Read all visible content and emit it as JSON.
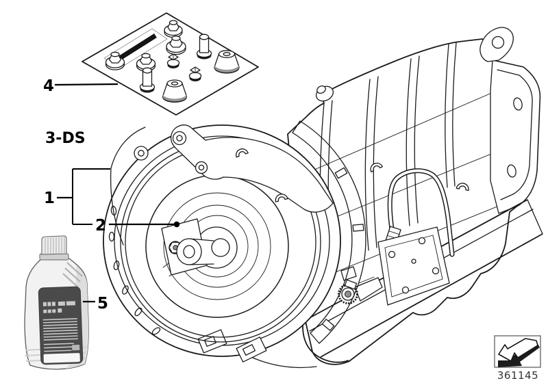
{
  "diagram": {
    "variant_code": "3-DS",
    "drawing_number": "361145",
    "callouts": {
      "item1": "1",
      "item2": "2",
      "item4": "4",
      "item5": "5"
    }
  },
  "colors": {
    "line": "#1a1a1a",
    "bottle_label": "#4a4a4a",
    "frame_border": "#7d7d7d",
    "shade_gray": "#8e8e8e",
    "background": "#ffffff"
  },
  "icons": {
    "direction_arrow": "arrow-pointing-down-left"
  },
  "parts_kit": {
    "items": [
      "flange-nut",
      "flange-nut",
      "flange-nut",
      "flange-nut",
      "square-head-plug",
      "square-head-plug",
      "sleeve-bushing",
      "sleeve-bushing",
      "sealing-plug",
      "sealing-plug",
      "label-sticker"
    ]
  }
}
